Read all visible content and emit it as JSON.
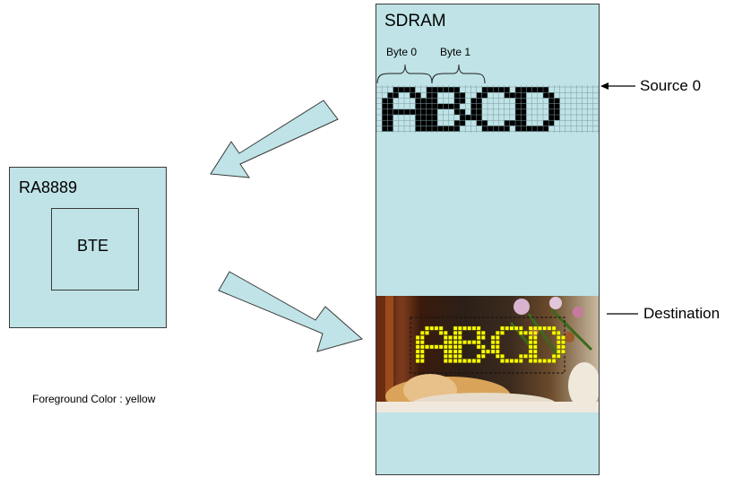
{
  "sdram": {
    "title": "SDRAM",
    "byte0": "Byte 0",
    "byte1": "Byte 1"
  },
  "ra": {
    "title": "RA8889",
    "engine": "BTE"
  },
  "source_label": "Source 0",
  "destination_label": "Destination",
  "foreground_note": "Foreground Color : yellow",
  "letters": [
    "A",
    "B",
    "C",
    "D"
  ],
  "colors": {
    "panel": "#bfe3e6",
    "pixel_on": "#000000",
    "grid": "#7a9aa0",
    "font_yellow": "#ffff00"
  }
}
